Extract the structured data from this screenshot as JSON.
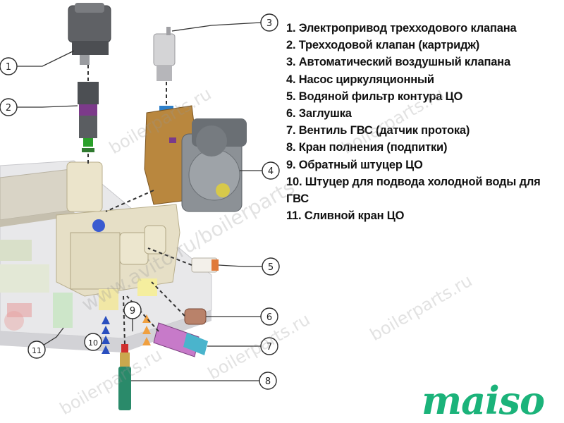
{
  "callouts": [
    "1",
    "2",
    "3",
    "4",
    "5",
    "6",
    "7",
    "8",
    "9",
    "10",
    "11"
  ],
  "legend": [
    "1. Электропривод трехходового клапана",
    "2. Трехходовой клапан (картридж)",
    "3. Автоматический воздушный клапана",
    "4. Насос циркуляционный",
    "5. Водяной фильтр контура ЦО",
    "6. Заглушка",
    "7. Вентиль ГВС (датчик протока)",
    "8. Кран полнения (подпитки)",
    "9. Обратный штуцер ЦО",
    "10. Штуцер для подвода холодной воды для",
    "ГВС",
    "11. Сливной кран ЦО"
  ],
  "watermarks": {
    "site": "boilerparts.ru",
    "avito": "www.avito.ru/boilerparts"
  },
  "brand": "maiso",
  "colors": {
    "callout_stroke": "#2b2b2b",
    "leader_line": "#333333",
    "brass": "#c99a4c",
    "pump_body": "#8a8f94",
    "brand": "#1bb37a"
  }
}
